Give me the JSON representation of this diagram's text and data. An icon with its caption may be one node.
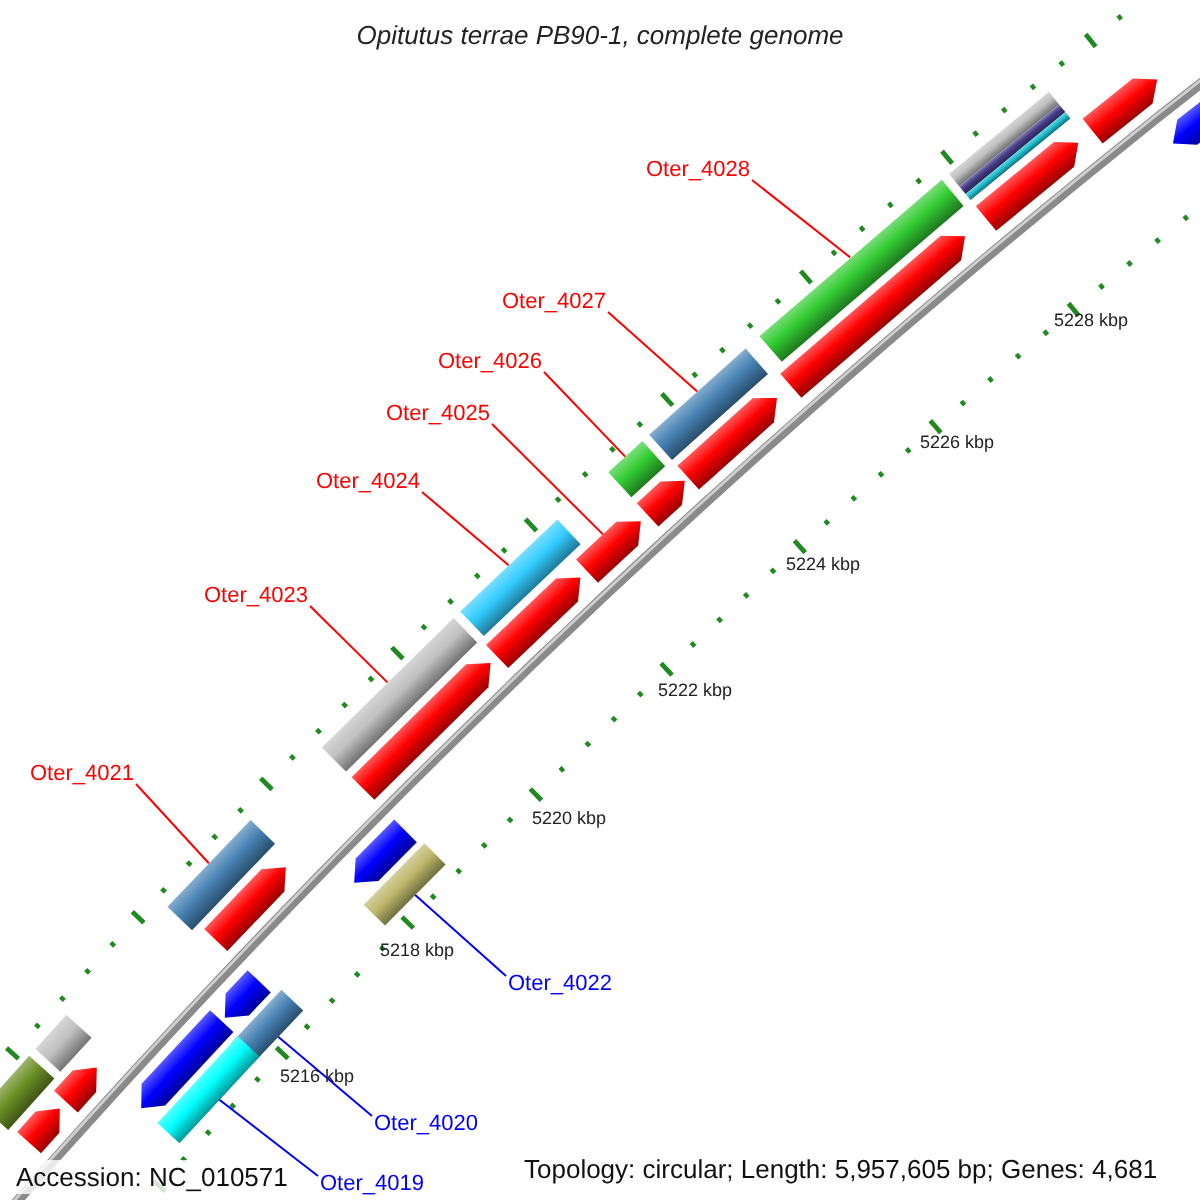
{
  "diagram": {
    "title": "Opitutus terrae PB90-1, complete genome",
    "nodes": [
      {
        "text": [
          "Oter_4028"
        ]
      },
      {
        "text": [
          "Oter_4027"
        ]
      },
      {
        "text": [
          "Oter_4026"
        ]
      },
      {
        "text": [
          "Oter_4025"
        ]
      },
      {
        "text": [
          "Oter_4024"
        ]
      },
      {
        "text": [
          "Oter_4023"
        ]
      },
      {
        "text": [
          "Oter_4021"
        ]
      },
      {
        "text": [
          "Oter_4022"
        ]
      },
      {
        "text": [
          "Oter_4020"
        ]
      },
      {
        "text": [
          "Oter_4019"
        ]
      },
      {
        "text": [],
        "shape": "bar"
      },
      {
        "text": [],
        "shape": "bar"
      },
      {
        "text": [],
        "shape": "bar"
      },
      {
        "text": [],
        "shape": "bar"
      },
      {
        "text": [],
        "shape": "bar"
      },
      {
        "text": [],
        "shape": "bar"
      },
      {
        "text": [],
        "shape": "bar"
      },
      {
        "text": [],
        "shape": "bar"
      },
      {
        "text": [],
        "shape": "bar"
      },
      {
        "text": [],
        "shape": "bar"
      },
      {
        "text": [],
        "shape": "bar"
      },
      {
        "text": [],
        "shape": "bar"
      },
      {
        "text": [],
        "shape": "bar"
      },
      {
        "text": [],
        "shape": "bar"
      },
      {
        "text": [],
        "shape": "bar"
      },
      {
        "text": [],
        "shape": "bar"
      },
      {
        "text": [],
        "shape": "bar"
      },
      {
        "text": [],
        "shape": "bar"
      },
      {
        "text": [],
        "shape": "bar"
      },
      {
        "text": [],
        "shape": "bar"
      },
      {
        "text": [],
        "shape": "bar"
      },
      {
        "text": [],
        "shape": "bar"
      },
      {
        "text": [],
        "shape": "bar"
      },
      {
        "text": [],
        "shape": "bar"
      },
      {
        "text": [],
        "shape": "bar"
      },
      {
        "text": [],
        "shape": "bar"
      },
      {
        "text": [],
        "shape": "bar"
      },
      {
        "text": [],
        "shape": "bar"
      },
      {
        "text": [],
        "shape": "bar"
      }
    ],
    "edges": [
      {
        "from": 0,
        "to": 10,
        "arrow": "none"
      },
      {
        "from": 1,
        "to": 11,
        "arrow": "none"
      },
      {
        "from": 2,
        "to": 12,
        "arrow": "none"
      },
      {
        "from": 3,
        "to": 13,
        "arrow": "none"
      },
      {
        "from": 4,
        "to": 14,
        "arrow": "none"
      },
      {
        "from": 5,
        "to": 15,
        "arrow": "none"
      },
      {
        "from": 6,
        "to": 16,
        "arrow": "none"
      },
      {
        "from": 7,
        "to": 17,
        "arrow": "none",
        "color": "#0000ff"
      },
      {
        "from": 8,
        "to": 18,
        "arrow": "none",
        "color": "#0000ff"
      },
      {
        "from": 9,
        "to": 19,
        "arrow": "none",
        "color": "#0000ff"
      }
    ],
    "labels": [
      "5228 kbp",
      "5226 kbp",
      "5224 kbp",
      "5222 kbp",
      "5220 kbp",
      "5218 kbp",
      "5216 kbp",
      "Accession: NC_010571",
      "Topology: circular; Length: 5,957,605 bp; Genes: 4,681"
    ]
  }
}
